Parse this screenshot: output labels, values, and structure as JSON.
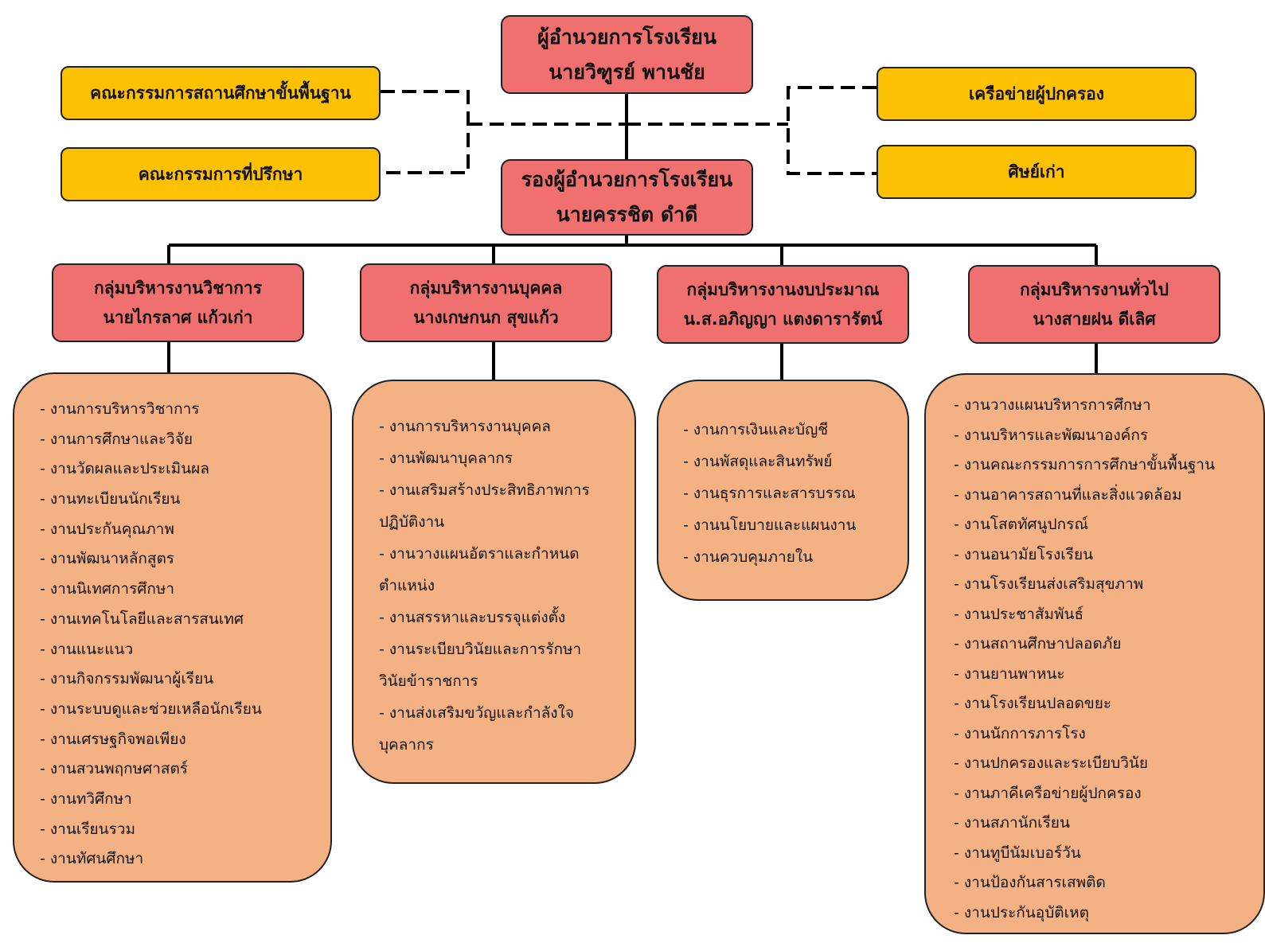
{
  "director": {
    "title": "ผู้อำนวยการโรงเรียน",
    "name": "นายวิฑูรย์  พานชัย"
  },
  "deputy": {
    "title": "รองผู้อำนวยการโรงเรียน",
    "name": "นายครรชิต   ดำดี"
  },
  "left_committees": [
    {
      "label": "คณะกรรมการสถานศึกษาขั้นพื้นฐาน"
    },
    {
      "label": "คณะกรรมการที่ปรึกษา"
    }
  ],
  "right_networks": [
    {
      "label": "เครือข่ายผู้ปกครอง"
    },
    {
      "label": "ศิษย์เก่า"
    }
  ],
  "groups": [
    {
      "title": "กลุ่มบริหารงานวิชาการ",
      "head": "นายไกรลาศ  แก้วเก่า",
      "tasks": [
        "- งานการบริหารวิชาการ",
        "- งานการศึกษาและวิจัย",
        "- งานวัดผลและประเมินผล",
        "- งานทะเบียนนักเรียน",
        "- งานประกันคุณภาพ",
        "- งานพัฒนาหลักสูตร",
        "- งานนิเทศการศึกษา",
        "- งานเทคโนโลยีและสารสนเทศ",
        "- งานแนะแนว",
        "- งานกิจกรรมพัฒนาผู้เรียน",
        "- งานระบบดูและช่วยเหลือนักเรียน",
        "- งานเศรษฐกิจพอเพียง",
        "- งานสวนพฤกษศาสตร์",
        "- งานทวิศึกษา",
        "- งานเรียนรวม",
        "- งานทัศนศึกษา"
      ]
    },
    {
      "title": "กลุ่มบริหารงานบุคคล",
      "head": "นางเกษกนก  สุขแก้ว",
      "tasks": [
        "- งานการบริหารงานบุคคล",
        "- งานพัฒนาบุคลากร",
        "- งานเสริมสร้างประสิทธิภาพการ",
        "ปฏิบัติงาน",
        "- งานวางแผนอัตราและกำหนด",
        "ตำแหน่ง",
        "- งานสรรหาและบรรจุแต่งตั้ง",
        "- งานระเบียบวินัยและการรักษา",
        "วินัยข้าราชการ",
        "- งานส่งเสริมขวัญและกำลังใจ",
        "บุคลากร"
      ]
    },
    {
      "title": "กลุ่มบริหารงานงบประมาณ",
      "head": "น.ส.อภิญญา แตงดารารัตน์",
      "tasks": [
        "- งานการเงินและบัญชี",
        "- งานพัสดุและสินทรัพย์",
        "- งานธุรการและสารบรรณ",
        "- งานนโยบายและแผนงาน",
        "- งานควบคุมภายใน"
      ]
    },
    {
      "title": "กลุ่มบริหารงานทั่วไป",
      "head": "นางสายฝน  ดีเลิศ",
      "tasks": [
        "- งานวางแผนบริหารการศึกษา",
        "- งานบริหารและพัฒนาองค์กร",
        "- งานคณะกรรมการการศึกษาขั้นพื้นฐาน",
        "- งานอาคารสถานที่และสิ่งแวดล้อม",
        "- งานโสตทัศนูปกรณ์",
        "- งานอนามัยโรงเรียน",
        "- งานโรงเรียนส่งเสริมสุขภาพ",
        "- งานประชาสัมพันธ์",
        "- งานสถานศึกษาปลอดภัย",
        "- งานยานพาหนะ",
        "- งานโรงเรียนปลอดขยะ",
        "- งานนักการภารโรง",
        "- งานปกครองและระเบียบวินัย",
        "- งานภาคีเครือข่ายผู้ปกครอง",
        "- งานสภานักเรียน",
        "- งานทูบีนัมเบอร์วัน",
        "-  งานป้องกันสารเสพติด",
        "- งานประกันอุบัติเหตุ"
      ]
    }
  ]
}
